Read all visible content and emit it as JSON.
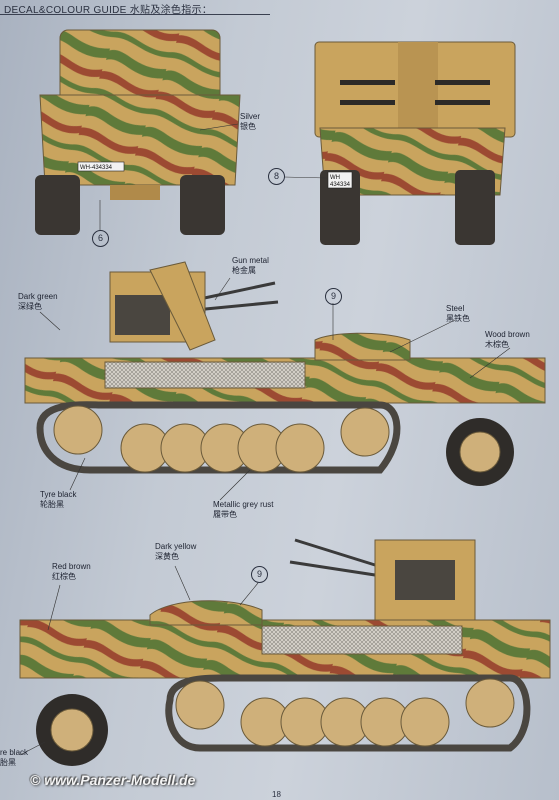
{
  "header": {
    "title": "DECAL&COLOUR GUIDE 水贴及涂色指示："
  },
  "colors": {
    "sand": "#c9a45e",
    "green": "#5f7a3a",
    "red_brown": "#9c4a32",
    "wheel": "#cfb07a",
    "track": "#4a4640"
  },
  "plates": {
    "front": "WH-434334",
    "rear_line1": "WH",
    "rear_line2": "434334"
  },
  "callouts": {
    "silver": {
      "en": "Silver",
      "cn": "银色"
    },
    "gun_metal": {
      "en": "Gun metal",
      "cn": "枪金属"
    },
    "dark_green": {
      "en": "Dark green",
      "cn": "深绿色"
    },
    "steel": {
      "en": "Steel",
      "cn": "黑铁色"
    },
    "wood_brown": {
      "en": "Wood brown",
      "cn": "木棕色"
    },
    "tyre_black": {
      "en": "Tyre black",
      "cn": "轮胎黑"
    },
    "metallic_grey": {
      "en": "Metallic grey rust",
      "cn": "履带色"
    },
    "red_brown": {
      "en": "Red brown",
      "cn": "红棕色"
    },
    "dark_yellow": {
      "en": "Dark yellow",
      "cn": "深黄色"
    },
    "tyre_black_2": {
      "en": "re black",
      "cn": "胎黑"
    }
  },
  "decal_numbers": {
    "front": "6",
    "rear": "8",
    "side1": "9",
    "side2": "9"
  },
  "footer": {
    "watermark": "© www.Panzer-Modell.de",
    "page_number": "18"
  }
}
